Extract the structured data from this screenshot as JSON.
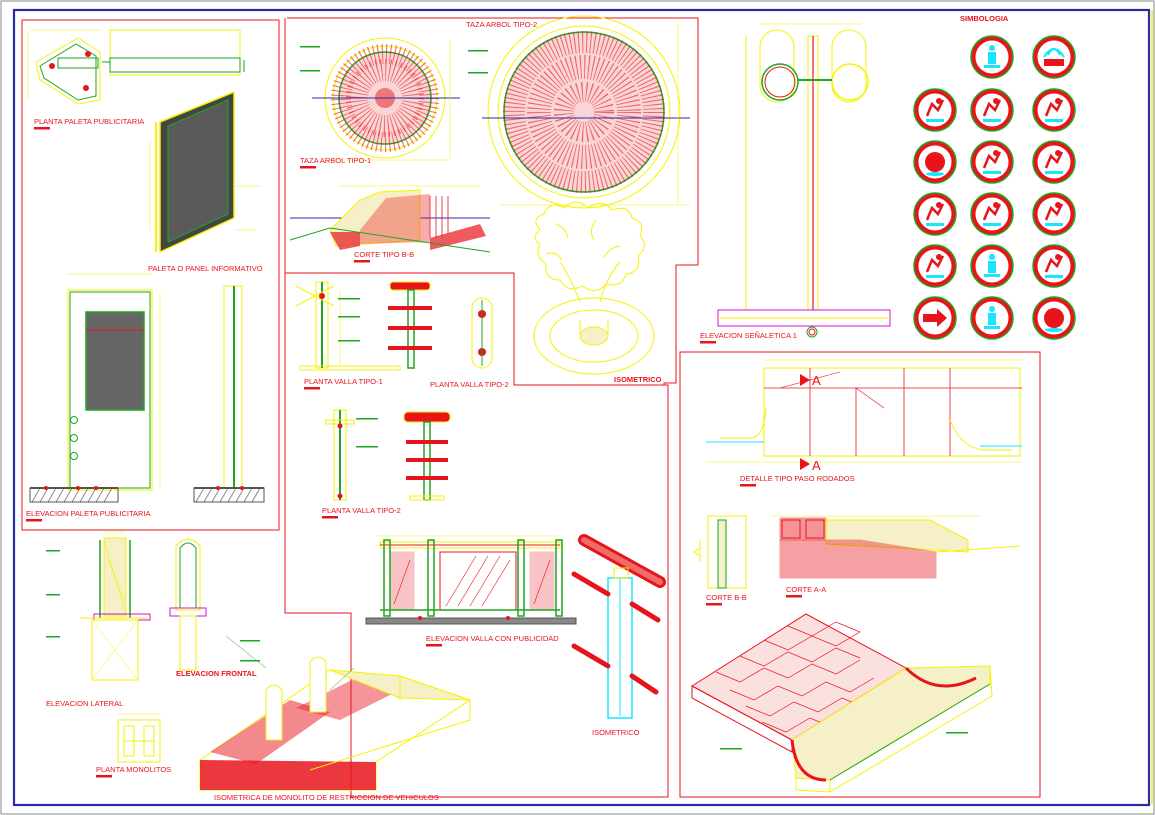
{
  "labels": {
    "planta_paleta": "PLANTA PALETA PUBLICITARIA",
    "paleta_panel": "PALETA O PANEL INFORMATIVO",
    "elevacion_paleta": "ELEVACION PALETA PUBLICITARIA",
    "taza_tipo2": "TAZA ARBOL TIPO-2",
    "taza_tipo1": "TAZA ARBOL TIPO-1",
    "corte_bb_top": "CORTE TIPO B-B",
    "isometrico_arbol": "ISOMETRICO",
    "planta_valla_1": "PLANTA VALLA TIPO-1",
    "planta_valla_2a": "PLANTA VALLA TIPO-2",
    "planta_valla_2b": "PLANTA VALLA TIPO-2",
    "elevacion_valla": "ELEVACION  VALLA CON PUBLICIDAD",
    "isometrico_valla": "ISOMETRICO",
    "elevacion_senaletica": "ELEVACION SEÑALETICA 1",
    "simbologia": "SIMBOLOGIA",
    "detalle_paso": "DETALLE TIPO PASO RODADOS",
    "corte_bb_right": "CORTE B-B",
    "corte_aa": "CORTE A-A",
    "section_a": "A",
    "elevacion_frontal": "ELEVACION FRONTAL",
    "elevacion_lateral": "ELEVACION LATERAL",
    "planta_monolitos": "PLANTA MONOLITOS",
    "isometrica_monolito": "ISOMETRICA DE MONOLITO DE RESTRICCION DE VEHICULOS"
  },
  "colors": {
    "border": "#2b2ba8",
    "frame": "#e8141c",
    "yellow": "#f6f200",
    "green": "#1fa51f",
    "red": "#e8141c",
    "cyan": "#18e6ff",
    "magenta": "#d010d0",
    "gray": "#555555"
  },
  "symbols": [
    "pedestrian-icon",
    "fountain-icon",
    "bicycle-icon",
    "skater-icon",
    "playground-icon",
    "ball-icon",
    "drinking-fountain-icon",
    "bench-icon",
    "exercise-icon",
    "map-board-icon",
    "tree-icon",
    "restroom-icon",
    "sitting-person-icon",
    "lamp-icon",
    "arrow-icon",
    "guard-icon",
    "globe-icon"
  ]
}
